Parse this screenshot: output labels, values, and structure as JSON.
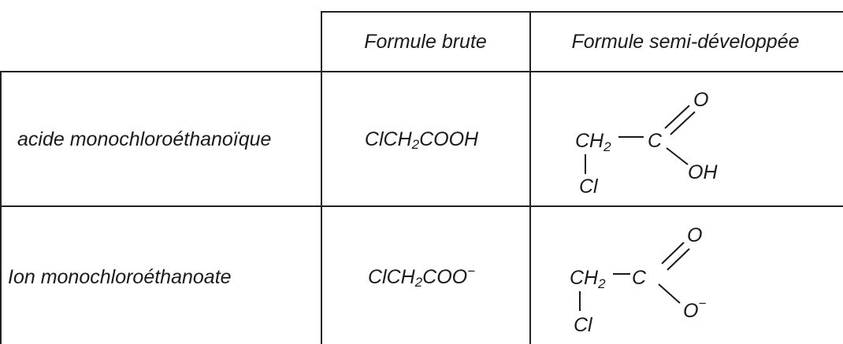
{
  "table": {
    "headers": {
      "col1": "",
      "col2": "Formule brute",
      "col3": "Formule semi-développée"
    },
    "rows": [
      {
        "name": "acide monochloroéthanoïque",
        "formula_prefix": "ClCH",
        "formula_sub": "2",
        "formula_suffix": "COOH",
        "formula_sup": "",
        "structure": {
          "ch2": "CH",
          "ch2_sub": "2",
          "c": "C",
          "o": "O",
          "end": "OH",
          "end_sup": "",
          "cl": "Cl"
        }
      },
      {
        "name": "Ion monochloroéthanoate",
        "formula_prefix": "ClCH",
        "formula_sub": "2",
        "formula_suffix": "COO",
        "formula_sup": "−",
        "structure": {
          "ch2": "CH",
          "ch2_sub": "2",
          "c": "C",
          "o": "O",
          "end": "O",
          "end_sup": "−",
          "cl": "Cl"
        }
      }
    ]
  }
}
